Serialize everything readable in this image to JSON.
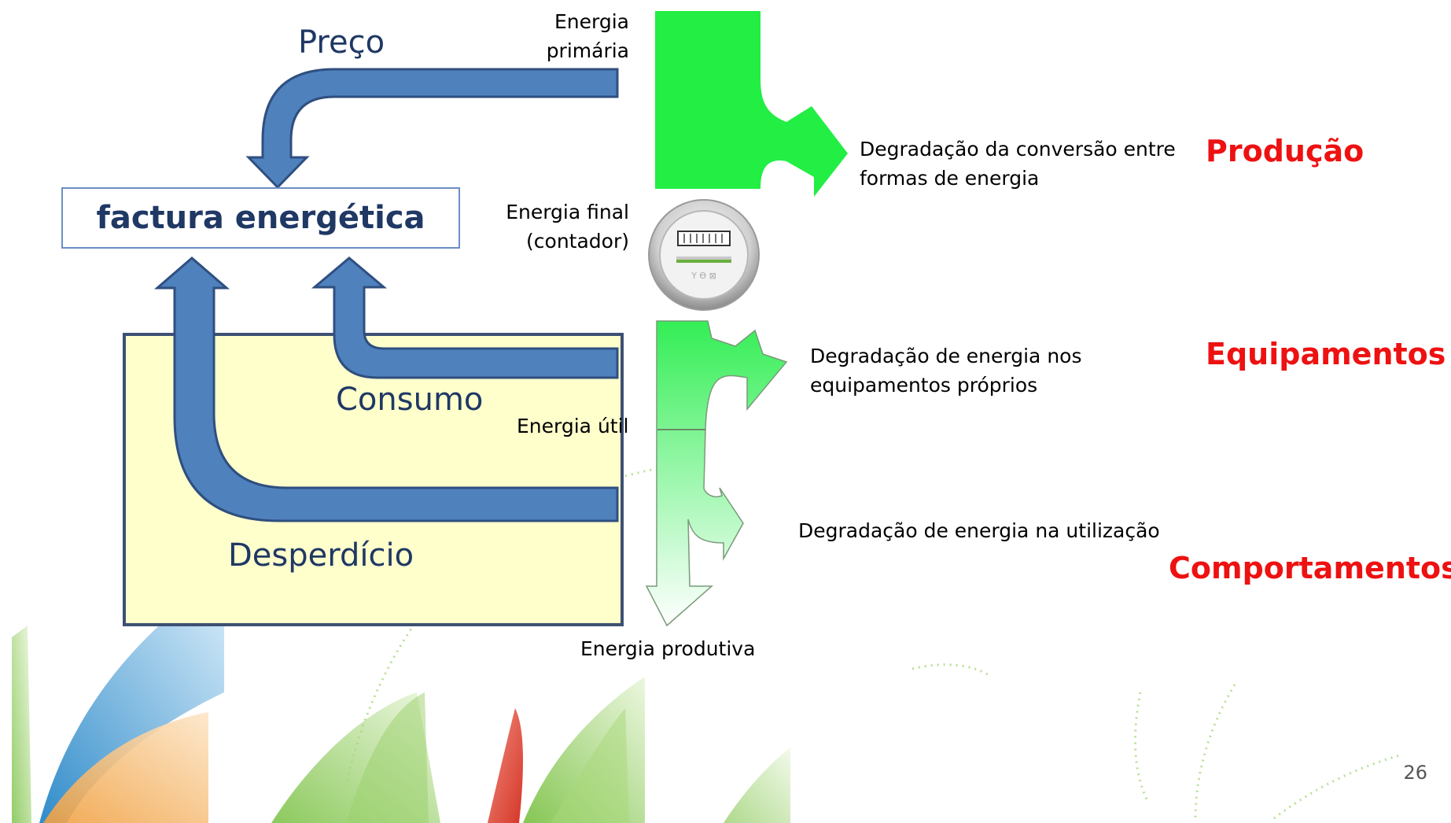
{
  "diagram": {
    "labels": {
      "price": "Preço",
      "bill": "factura energética",
      "consumption": "Consumo",
      "waste": "Desperdício",
      "primary_energy_line1": "Energia",
      "primary_energy_line2": "primária",
      "final_energy_line1": "Energia final",
      "final_energy_line2": "(contador)",
      "useful_energy": "Energia útil",
      "productive_energy": "Energia produtiva"
    },
    "degradations": {
      "conversion_line1": "Degradação da conversão entre",
      "conversion_line2": "formas de energia",
      "equipment_line1": "Degradação de energia nos",
      "equipment_line2": "equipamentos próprios",
      "usage": "Degradação de energia na utilização"
    },
    "categories": {
      "production": "Produção",
      "equipment": "Equipamentos",
      "behaviour": "Comportamentos"
    },
    "page_number": "26",
    "colors": {
      "arrow_blue": "#4f81bd",
      "arrow_outline": "#2f4f7f",
      "category_red": "#ee1111",
      "flow_green": "#22ee44",
      "box_yellow": "#ffffcc"
    }
  }
}
